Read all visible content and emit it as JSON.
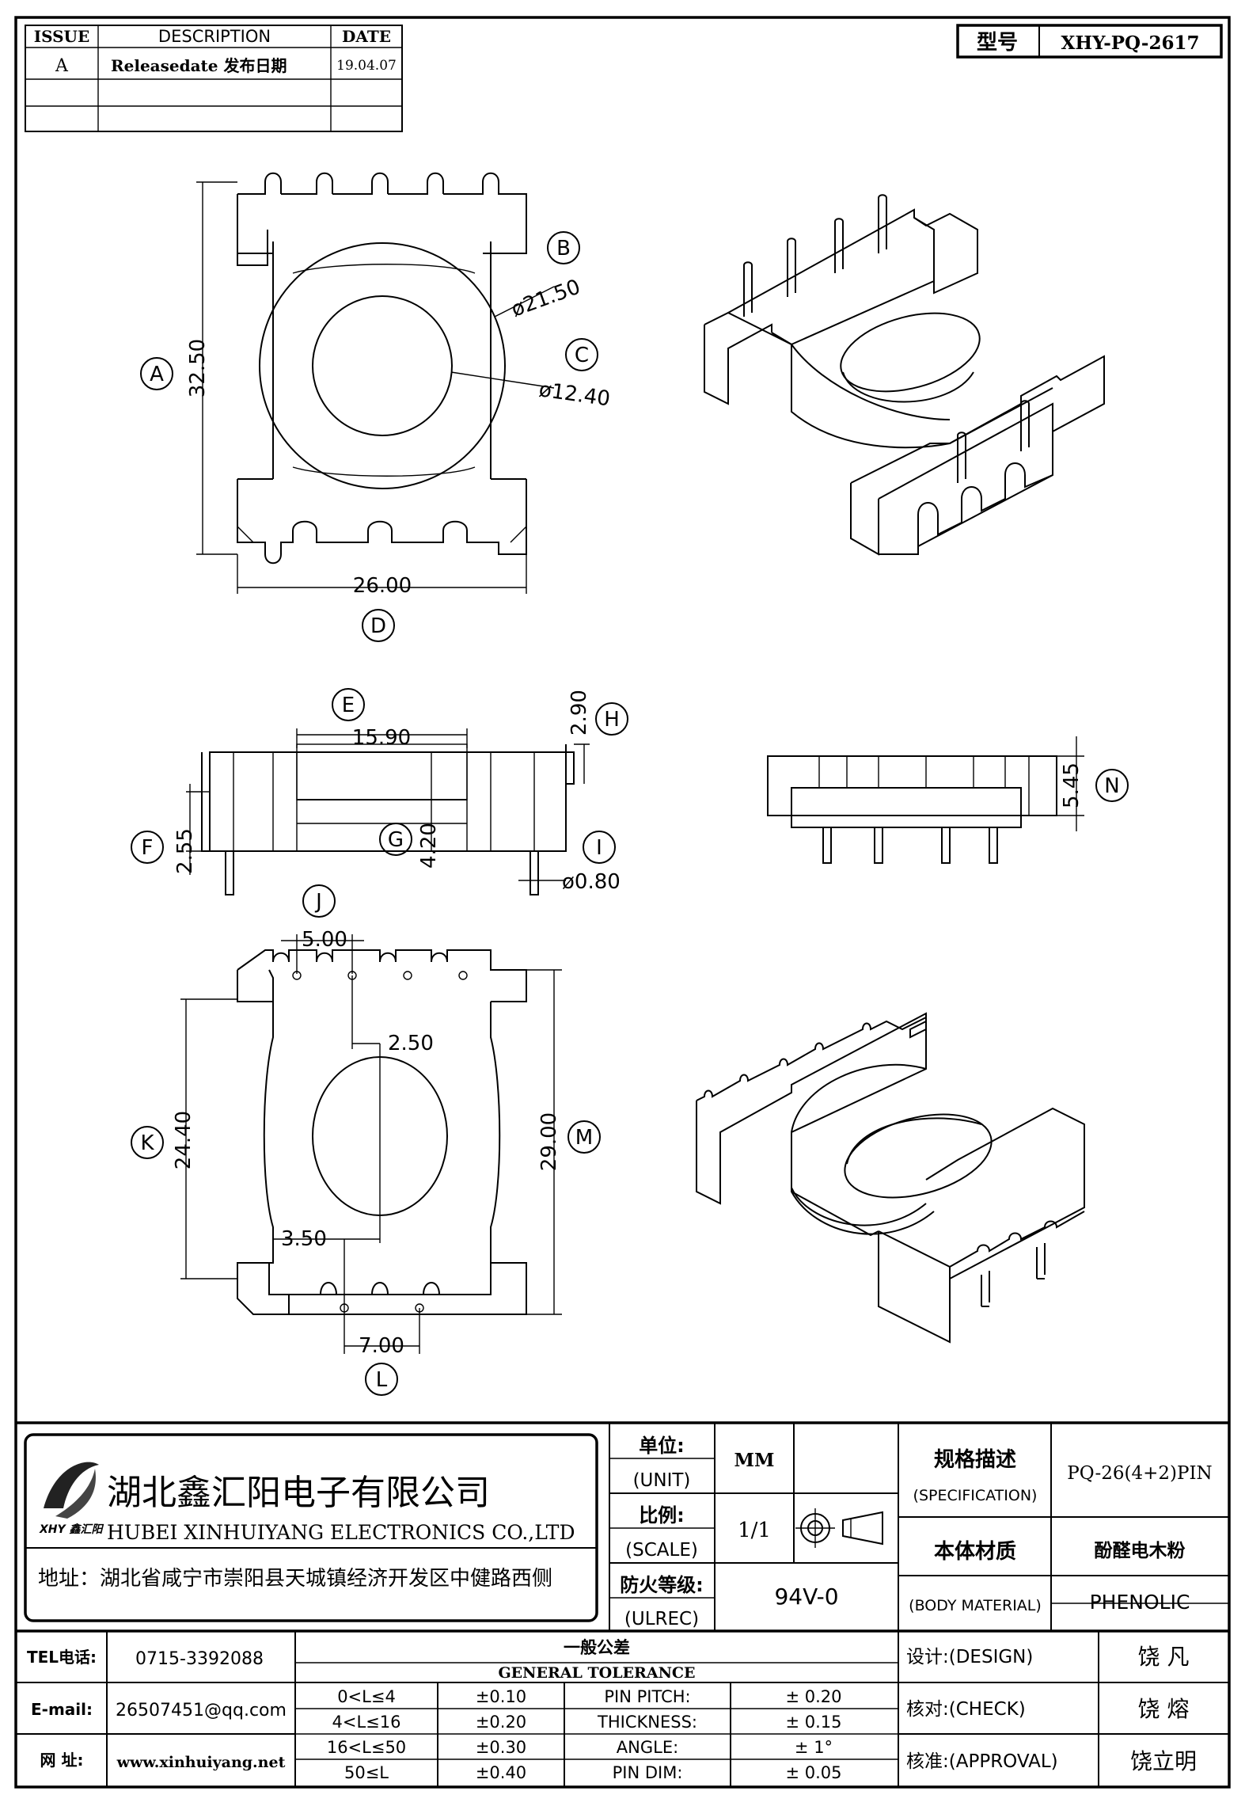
{
  "revision_table": {
    "headers": [
      "ISSUE",
      "DESCRIPTION",
      "DATE"
    ],
    "rows": [
      {
        "issue": "A",
        "description": "Releasedate 发布日期",
        "date": "19.04.07"
      },
      {
        "issue": "",
        "description": "",
        "date": ""
      },
      {
        "issue": "",
        "description": "",
        "date": ""
      }
    ]
  },
  "model_box": {
    "label": "型号",
    "value": "XHY-PQ-2617"
  },
  "dimensions": {
    "A": "32.50",
    "B": "ø21.50",
    "C": "ø12.40",
    "D": "26.00",
    "E": "15.90",
    "F": "2.55",
    "G": "4.20",
    "H": "2.90",
    "I": "ø0.80",
    "J": "5.00",
    "K": "24.40",
    "L": "7.00",
    "M": "29.00",
    "N": "5.45",
    "extra_1": "2.50",
    "extra_2": "3.50"
  },
  "callouts": [
    "A",
    "B",
    "C",
    "D",
    "E",
    "F",
    "G",
    "H",
    "I",
    "J",
    "K",
    "L",
    "M",
    "N"
  ],
  "company": {
    "name_cn": "湖北鑫汇阳电子有限公司",
    "name_en": "HUBEI XINHUIYANG ELECTRONICS CO.,LTD",
    "logo_text": "XHY 鑫汇阳",
    "address": "地址：湖北省咸宁市崇阳县天城镇经济开发区中健路西侧"
  },
  "title_block": {
    "unit_cn": "单位:",
    "unit_en": "(UNIT)",
    "unit_value": "MM",
    "scale_cn": "比例:",
    "scale_en": "(SCALE)",
    "scale_value": "1/1",
    "ulrec_cn": "防火等级:",
    "ulrec_en": "(ULREC)",
    "ulrec_value": "94V-0",
    "spec_cn": "规格描述",
    "spec_en": "(SPECIFICATION)",
    "spec_value": "PQ-26(4+2)PIN",
    "material_cn": "本体材质",
    "material_en": "(BODY MATERIAL)",
    "material_value_cn": "酚醛电木粉",
    "material_value_en": "PHENOLIC"
  },
  "contact": {
    "tel_label": "TEL电话:",
    "tel": "0715-3392088",
    "email_label": "E-mail:",
    "email": "26507451@qq.com",
    "web_label": "网    址:",
    "web": "www.xinhuiyang.net"
  },
  "tolerance": {
    "title_cn": "一般公差",
    "title_en": "GENERAL TOLERANCE",
    "rows": [
      {
        "range": "0<L≤4",
        "tol": "±0.10",
        "item": "PIN PITCH:",
        "value": "± 0.20"
      },
      {
        "range": "4<L≤16",
        "tol": "±0.20",
        "item": "THICKNESS:",
        "value": "± 0.15"
      },
      {
        "range": "16<L≤50",
        "tol": "±0.30",
        "item": "ANGLE:",
        "value": "± 1°"
      },
      {
        "range": "50≤L",
        "tol": "±0.40",
        "item": "PIN DIM:",
        "value": "± 0.05"
      }
    ]
  },
  "approvals": {
    "design_label": "设计:(DESIGN)",
    "design_name": "饶  凡",
    "check_label": "核对:(CHECK)",
    "check_name": "饶  熔",
    "approval_label": "核准:(APPROVAL)",
    "approval_name": "饶立明"
  }
}
